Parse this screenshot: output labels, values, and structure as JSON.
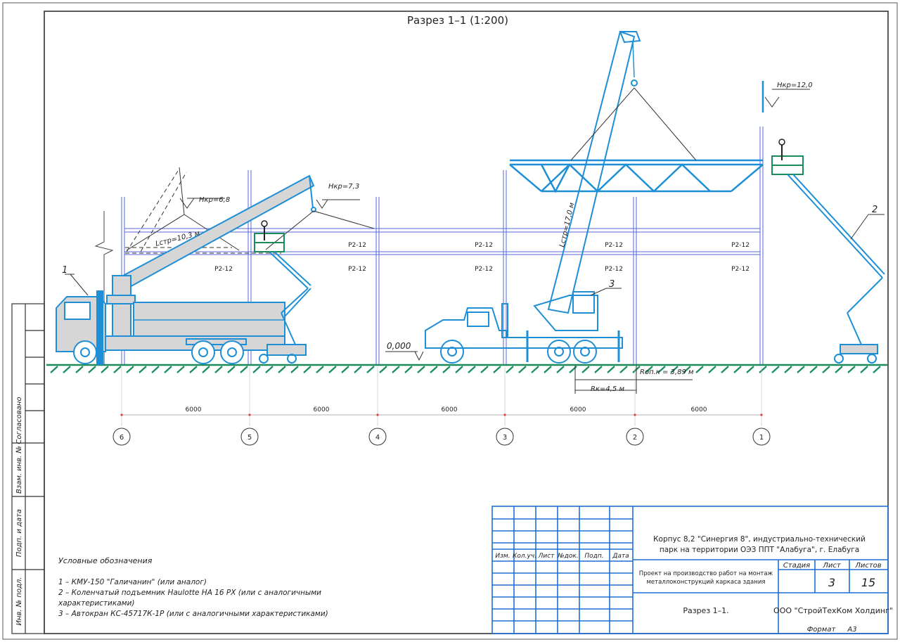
{
  "title": "Разрез 1–1 (1:200)",
  "colors": {
    "equipment": "#1e8fd6",
    "frame": "#3b4bd6",
    "ground": "#1a8c5a",
    "frame_line": "#333333",
    "light_fill": "#d6d6d6"
  },
  "annotations": {
    "h1": "Hкр=6,8",
    "h2": "Hкр=7,3",
    "h3": "Hкр=12,0",
    "l1": "Lстр=10,3 м",
    "l2": "Lстр=17,0 м",
    "level": "0,000",
    "rop": "Rоп.к = 3,89 м",
    "rk": "Rк=4,5 м",
    "callout1": "1",
    "callout2": "2",
    "callout3": "3"
  },
  "beam_labels": [
    "P2-12",
    "P2-12",
    "P2-12",
    "P2-12",
    "P2-12",
    "P2-12",
    "P2-12",
    "P2-12",
    "P2-12"
  ],
  "dims": [
    "6000",
    "6000",
    "6000",
    "6000",
    "6000"
  ],
  "axes": [
    "6",
    "5",
    "4",
    "3",
    "2",
    "1"
  ],
  "legend": {
    "title": "Условные обозначения",
    "items": [
      "1 – КМУ-150 \"Галичанин\" (или аналог)",
      "2 –  Коленчатый подъемник Haulotte HA 16 PX (или с аналогичными",
      "характеристиками)",
      "3 – Автокран КС-45717К-1Р (или с аналогичными характеристиками)"
    ]
  },
  "side_stamps": [
    "Согласовано",
    "Взам. инв. №",
    "Подп. и дата",
    "Инв. № подл."
  ],
  "stamp": {
    "headers": [
      "Изм.",
      "Кол.уч.",
      "Лист",
      "№док.",
      "Подп.",
      "Дата"
    ],
    "project_line1": "Корпус 8,2 \"Синергия 8\", индустриально-технический",
    "project_line2": "парк на территории ОЭЗ ППТ \"Алабуга\", г. Елабуга",
    "doc_line1": "Проект на производство работ на монтаж",
    "doc_line2": "металлоконструкций каркаса здания",
    "stage_label": "Стадия",
    "sheet_label": "Лист",
    "sheets_label": "Листов",
    "stage_value": "",
    "sheet_value": "3",
    "sheets_value": "15",
    "sheet_title": "Разрез 1–1.",
    "company": "ООО \"СтройТехКом Холдинг\"",
    "format_label": "Формат",
    "format_value": "А3"
  }
}
